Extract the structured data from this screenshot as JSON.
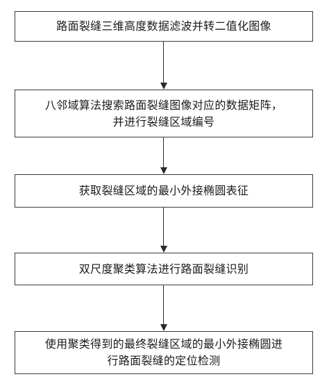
{
  "steps": [
    {
      "label": "路面裂缝三维高度数据滤波并转二值化图像"
    },
    {
      "label": "八邻域算法搜索路面裂缝图像对应的数据矩阵，\n并进行裂缝区域编号"
    },
    {
      "label": "获取裂缝区域的最小外接椭圆表征"
    },
    {
      "label": "双尺度聚类算法进行路面裂缝识别"
    },
    {
      "label": "使用聚类得到的最终裂缝区域的最小外接椭圆进\n行路面裂缝的定位检测"
    }
  ],
  "colors": {
    "box_border": "#3a3a3a",
    "arrow": "#2a2a2a",
    "text": "#1a1a1a",
    "background": "#ffffff"
  }
}
